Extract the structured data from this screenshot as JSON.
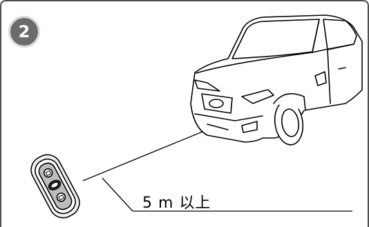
{
  "step": {
    "number": "2"
  },
  "distance": {
    "label": "5 m 以上"
  },
  "colors": {
    "badge_fill": "#6b6b6b",
    "badge_ring": "#d9d9d9",
    "line": "#000000",
    "frame": "#4d4d4d"
  },
  "icons": [
    "car-illustration",
    "smart-key-fob-icon"
  ]
}
